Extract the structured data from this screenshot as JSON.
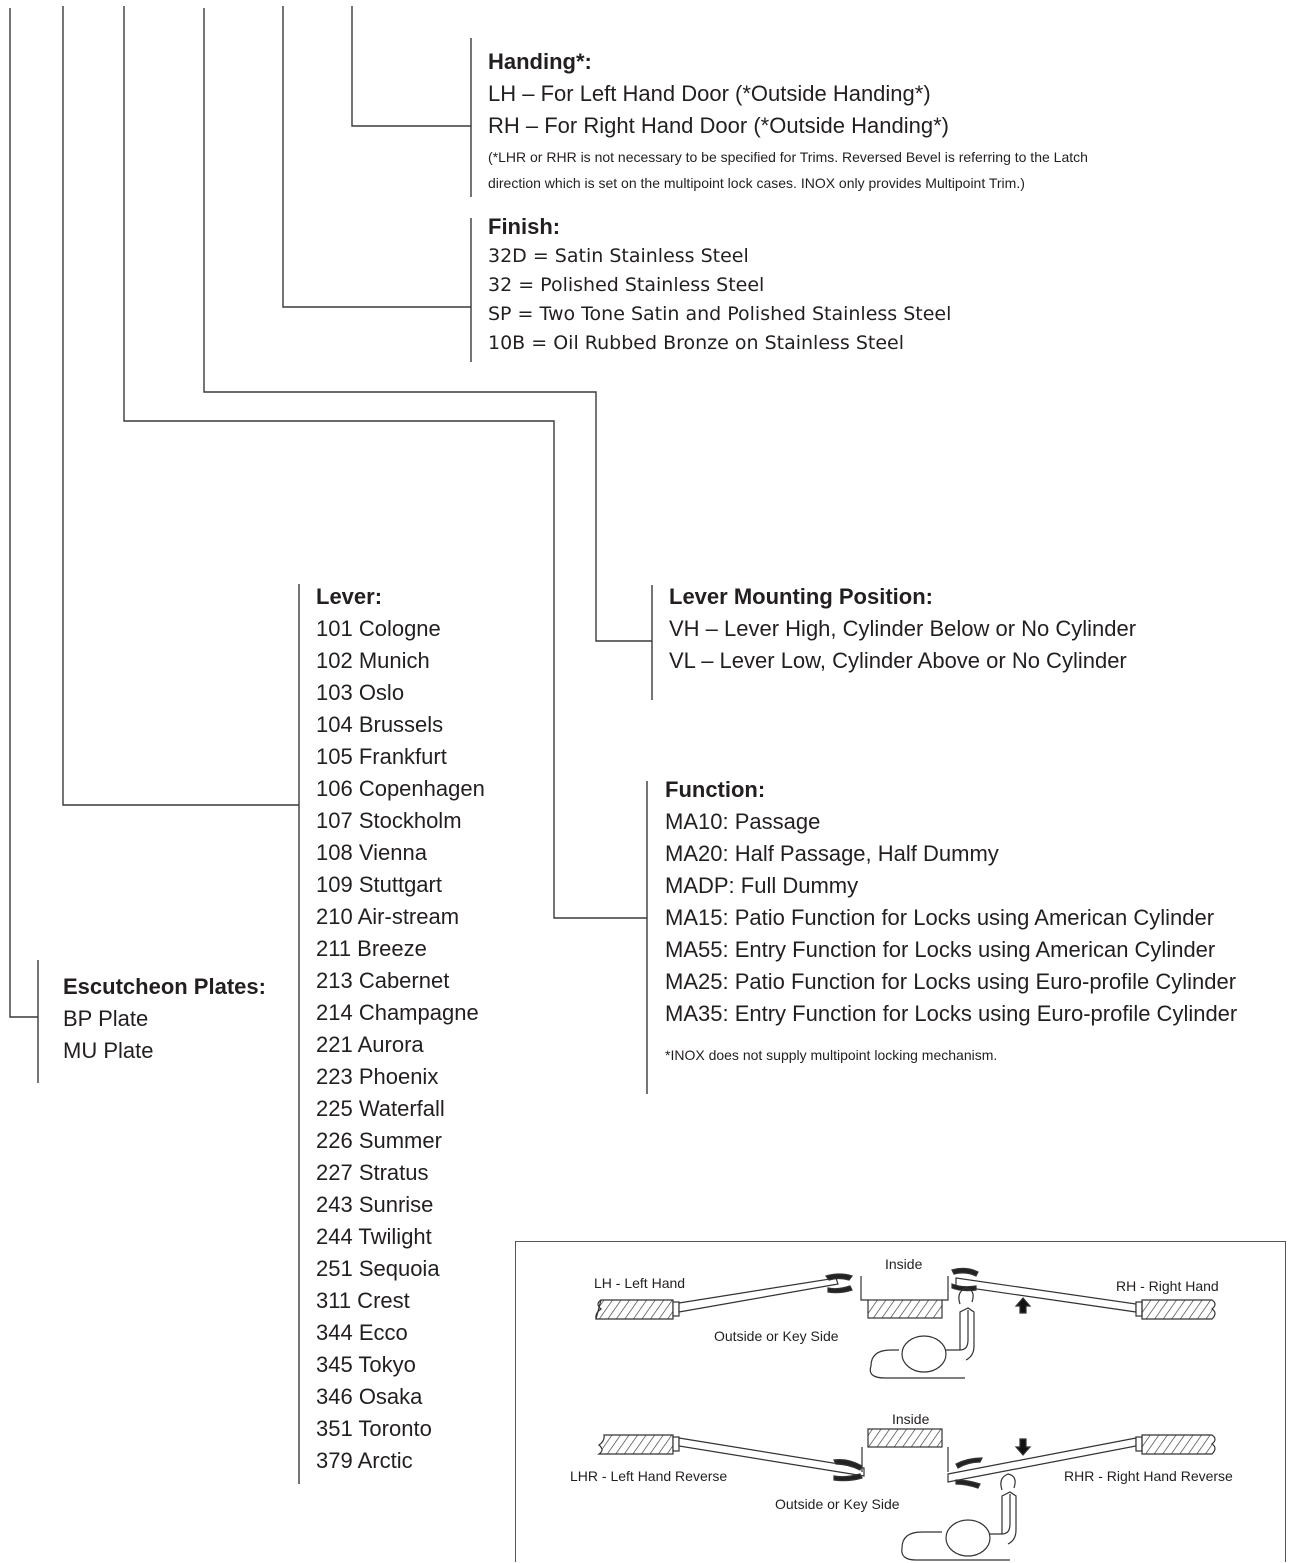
{
  "handing": {
    "title": "Handing*:",
    "options": [
      "LH – For Left Hand Door (*Outside Handing*)",
      "RH – For Right Hand Door  (*Outside Handing*)"
    ],
    "note": [
      "(*LHR or RHR is not necessary to be specified for Trims. Reversed Bevel is referring to the Latch",
      "direction which is set on the multipoint lock cases. INOX only provides Multipoint Trim.)"
    ]
  },
  "finish": {
    "title": "Finish:",
    "options": [
      "32D = Satin Stainless Steel",
      "32 = Polished Stainless Steel",
      "SP = Two Tone Satin and Polished Stainless Steel",
      "10B = Oil Rubbed Bronze on Stainless Steel"
    ]
  },
  "lever_mounting": {
    "title": "Lever Mounting Position:",
    "options": [
      "VH – Lever High, Cylinder Below or No Cylinder",
      "VL – Lever Low, Cylinder Above or No Cylinder"
    ]
  },
  "lever": {
    "title": "Lever:",
    "options": [
      "101 Cologne",
      "102 Munich",
      "103 Oslo",
      "104 Brussels",
      "105 Frankfurt",
      "106 Copenhagen",
      "107 Stockholm",
      "108 Vienna",
      "109 Stuttgart",
      "210 Air-stream",
      "211 Breeze",
      "213 Cabernet",
      "214 Champagne",
      "221 Aurora",
      "223 Phoenix",
      "225 Waterfall",
      "226 Summer",
      "227 Stratus",
      "243 Sunrise",
      "244 Twilight",
      "251 Sequoia",
      "311 Crest",
      "344 Ecco",
      "345 Tokyo",
      "346 Osaka",
      "351 Toronto",
      "379 Arctic"
    ]
  },
  "function": {
    "title": "Function:",
    "options": [
      "MA10: Passage",
      "MA20: Half Passage, Half Dummy",
      "MADP: Full Dummy",
      "MA15: Patio Function for Locks using American Cylinder",
      "MA55: Entry Function for Locks using American Cylinder",
      "MA25: Patio Function for Locks using Euro-profile Cylinder",
      "MA35: Entry Function for Locks using Euro-profile Cylinder"
    ],
    "note": "*INOX does not supply multipoint locking mechanism."
  },
  "escutcheon": {
    "title": "Escutcheon Plates:",
    "options": [
      "BP Plate",
      "MU Plate"
    ]
  },
  "handing_diagram": {
    "top": {
      "inside": "Inside",
      "left": "LH - Left Hand",
      "right": "RH - Right Hand",
      "outside": "Outside or Key Side"
    },
    "bottom": {
      "inside": "Inside",
      "left": "LHR - Left Hand Reverse",
      "right": "RHR - Right Hand Reverse",
      "outside": "Outside or Key Side"
    }
  },
  "colors": {
    "ink": "#231f20",
    "line": "#3a3a3a"
  }
}
